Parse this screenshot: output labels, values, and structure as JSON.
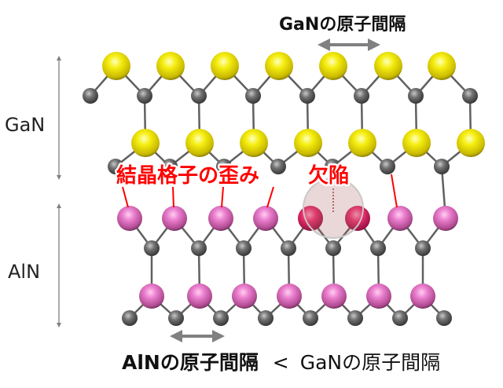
{
  "title_top": "GaNの原子間隔",
  "layer_labels": {
    "gan": "GaN",
    "aln": "AlN"
  },
  "annotations": {
    "strain": "結晶格子の歪み",
    "defect": "欠陥"
  },
  "comparison": {
    "left": "AlNの原子間隔",
    "operator": "<",
    "right": "GaNの原子間隔"
  },
  "colors": {
    "ga": "#e8e000",
    "al": "#e070c0",
    "n": "#707070",
    "annotation": "#ff0000",
    "arrow": "#808080"
  }
}
